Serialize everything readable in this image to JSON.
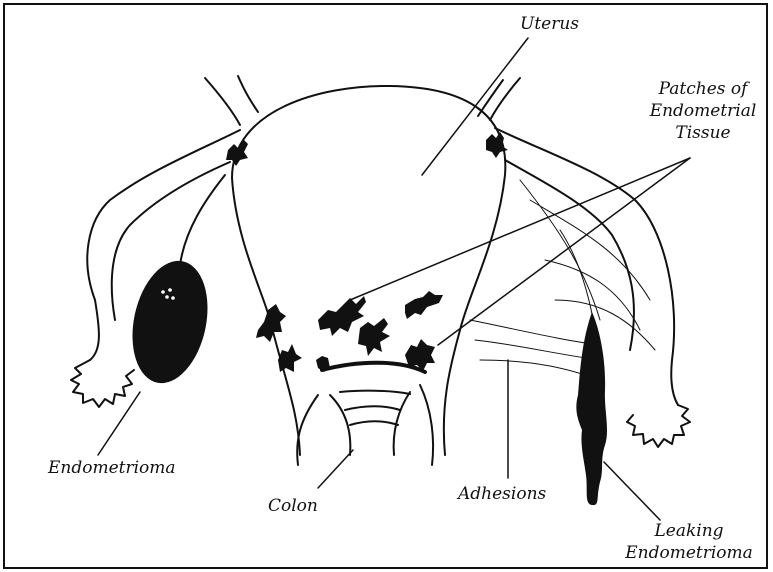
{
  "labels": {
    "uterus": "Uterus",
    "patches_line1": "Patches of",
    "patches_line2": "Endometrial",
    "patches_line3": "Tissue",
    "endometrioma": "Endometrioma",
    "colon": "Colon",
    "adhesions": "Adhesions",
    "leaking_line1": "Leaking",
    "leaking_line2": "Endometrioma"
  },
  "colors": {
    "ink": "#111111",
    "paper": "#ffffff"
  }
}
